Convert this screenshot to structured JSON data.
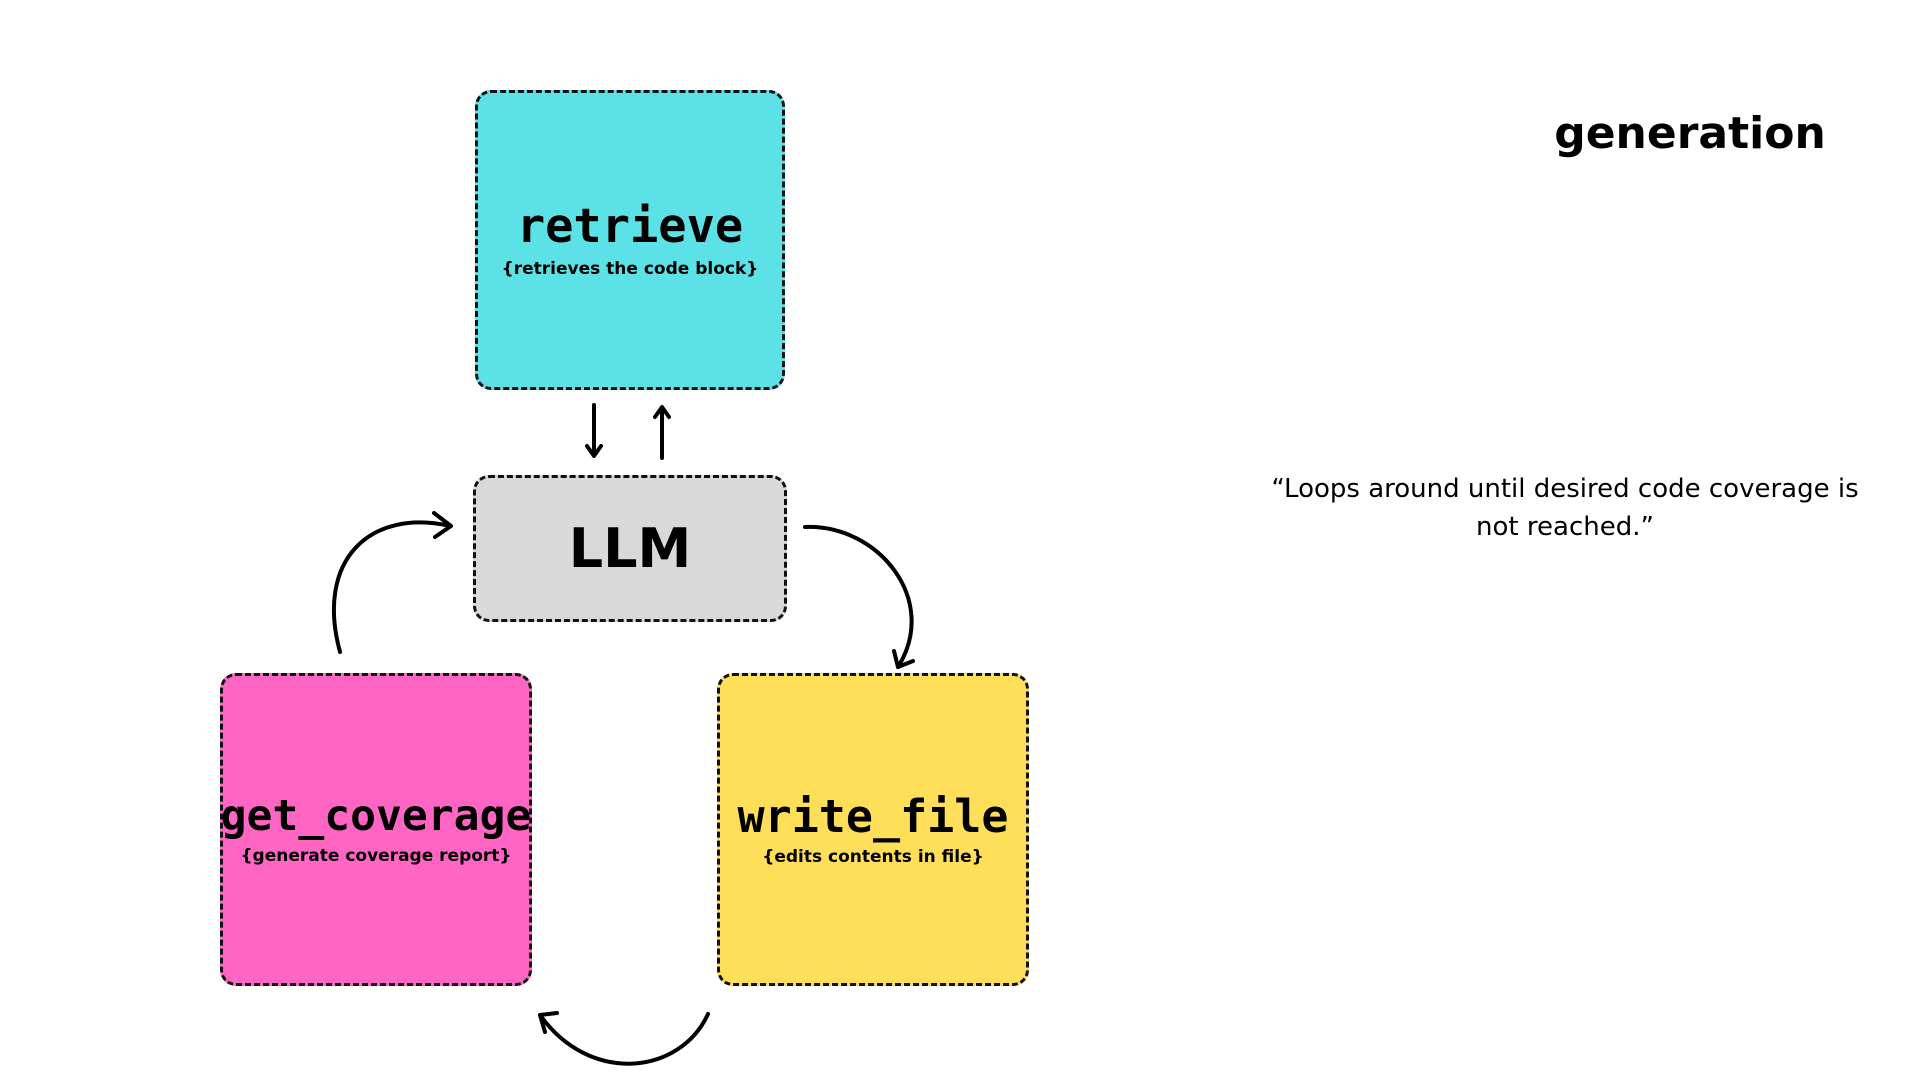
{
  "nodes": {
    "retrieve": {
      "title": "retrieve",
      "subtitle": "{retrieves the code block}",
      "color": "#5CE1E6"
    },
    "llm": {
      "title": "LLM",
      "color": "#D9D9D9"
    },
    "get_coverage": {
      "title": "get_coverage",
      "subtitle": "{generate coverage report}",
      "color": "#FF66C4"
    },
    "write_file": {
      "title": "write_file",
      "subtitle": "{edits contents in file}",
      "color": "#FFDE59"
    }
  },
  "heading": "generation",
  "note": "“Loops around until desired code coverage is not reached.”",
  "colors": {
    "border": "#111111",
    "arrow": "#000000",
    "background": "#FFFFFF"
  }
}
